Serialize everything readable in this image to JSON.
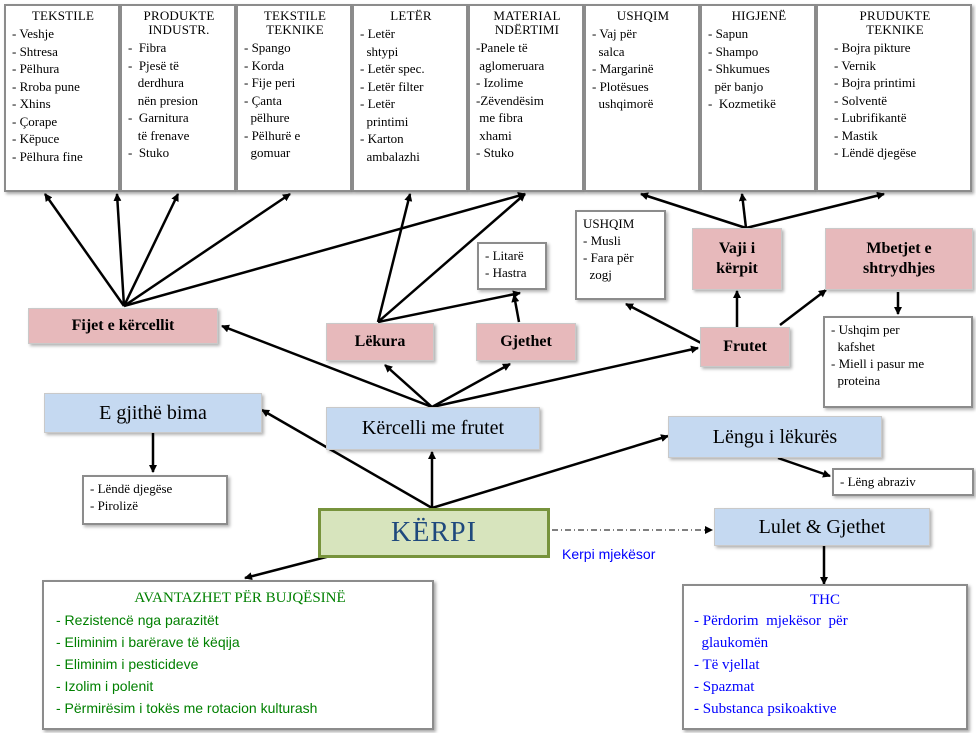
{
  "categories": [
    {
      "title": "TEKSTILE",
      "items": [
        "- Veshje",
        "- Shtresa",
        "- Pëlhura",
        "- Rroba pune",
        "- Xhins",
        "- Çorape",
        "- Këpuce",
        "- Pëlhura fine"
      ]
    },
    {
      "title": "PRODUKTE\nINDUSTR.",
      "items": [
        "-  Fibra",
        "-  Pjesë të",
        "   derdhura",
        "   nën presion",
        "-  Garnitura",
        "   të frenave",
        "-  Stuko"
      ]
    },
    {
      "title": "TEKSTILE\nTEKNIKE",
      "items": [
        "- Spango",
        "- Korda",
        "- Fije peri",
        "- Çanta",
        "  pëlhure",
        "- Pëlhurë e",
        "  gomuar"
      ]
    },
    {
      "title": "LETËR",
      "items": [
        "- Letër",
        "  shtypi",
        "- Letër spec.",
        "- Letër filter",
        "- Letër",
        "  printimi",
        "- Karton",
        "  ambalazhi"
      ]
    },
    {
      "title": "MATERIAL\nNDËRTIMI",
      "items": [
        "-Panele të",
        " aglomeruara",
        "- Izolime",
        "-Zëvendësim",
        " me fibra",
        " xhami",
        "- Stuko"
      ]
    },
    {
      "title": "USHQIM",
      "items": [
        "- Vaj për",
        "  salca",
        "- Margarinë",
        "- Plotësues",
        "  ushqimorë"
      ]
    },
    {
      "title": "HIGJENË",
      "items": [
        "- Sapun",
        "- Shampo",
        "- Shkumues",
        "  për banjo",
        "-  Kozmetikë"
      ]
    },
    {
      "title": "PRUDUKTE\nTEKNIKE",
      "items": [
        "- Bojra pikture",
        "- Vernik",
        "- Bojra printimi",
        "- Solventë",
        "- Lubrifikantë",
        "- Mastik",
        "- Lëndë djegëse"
      ]
    }
  ],
  "pink": {
    "fijet": "Fijet e kërcellit",
    "lekura": "Lëkura",
    "gjethet": "Gjethet",
    "vaji": "Vaji i\nkërpit",
    "mbetjet": "Mbetjet e\nshtrydhjes",
    "frutet": "Frutet"
  },
  "blue": {
    "gjithe": "E gjithë bima",
    "kercelli": "Kërcelli me frutet",
    "lengu": "Lëngu i lëkurës",
    "lulet": "Lulet & Gjethet"
  },
  "small": {
    "litare": [
      "- Litarë",
      "- Hastra"
    ],
    "ushqim": {
      "title": "USHQIM",
      "items": [
        "- Musli",
        "- Fara për",
        "  zogj"
      ]
    },
    "kafshet": [
      "- Ushqim per",
      "  kafshet",
      "- Miell i pasur me",
      "  proteina"
    ],
    "djegese": [
      "- Lëndë djegëse",
      "- Pirolizë"
    ],
    "abraziv": [
      "- Lëng abraziv"
    ]
  },
  "center": "KËRPI",
  "dashed_label": "Kerpi mjekësor",
  "avantazhet": {
    "title": "AVANTAZHET PËR BUJQËSINË",
    "items": [
      "- Rezistencë nga parazitët",
      "- Eliminim i barërave të këqija",
      "- Eliminim i pesticideve",
      "- Izolim i polenit",
      "- Përmirësim i tokës me rotacion kulturash"
    ]
  },
  "thc": {
    "title": "THC",
    "items": [
      "- Përdorim  mjekësor  për",
      "  glaukomën",
      "- Të vjellat",
      "- Spazmat",
      "- Substanca psikoaktive"
    ]
  },
  "colors": {
    "pink": "#e7b9bb",
    "blue": "#c5d9f1",
    "center_fill": "#d7e4bd",
    "center_border": "#77933c",
    "center_text": "#1f497d",
    "green_text": "#008000",
    "blue_text": "#0000ff"
  }
}
